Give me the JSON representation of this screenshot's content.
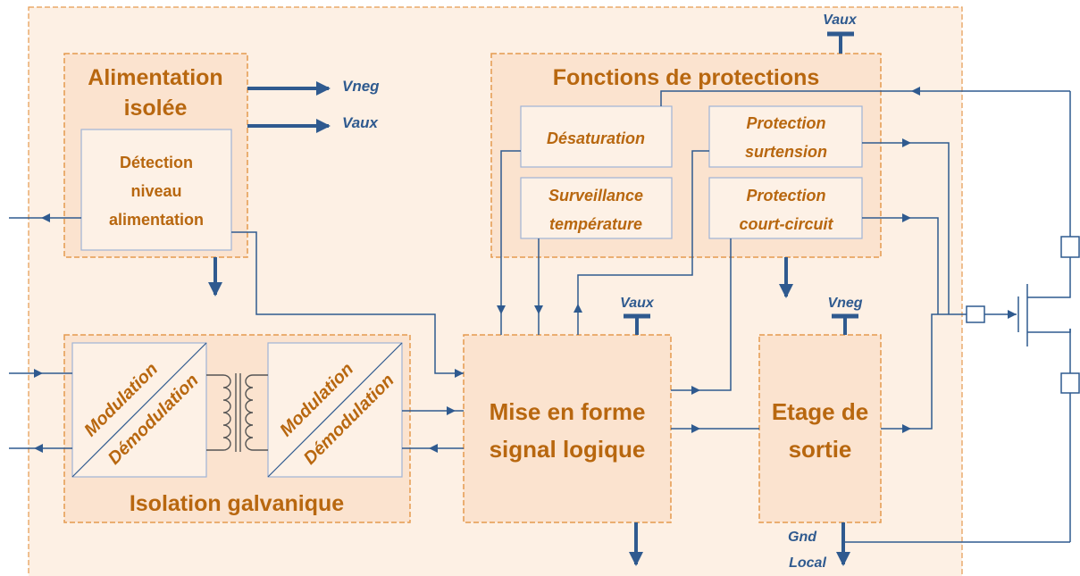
{
  "blocks": {
    "alimentation_title_line1": "Alimentation",
    "alimentation_title_line2": "isolée",
    "detection_line1": "Détection",
    "detection_line2": "niveau",
    "detection_line3": "alimentation",
    "protections_title": "Fonctions de protections",
    "desaturation": "Désaturation",
    "surveillance_line1": "Surveillance",
    "surveillance_line2": "température",
    "surtension_line1": "Protection",
    "surtension_line2": "surtension",
    "courtcircuit_line1": "Protection",
    "courtcircuit_line2": "court-circuit",
    "isolation_title": "Isolation galvanique",
    "modulation": "Modulation",
    "demodulation": "Démodulation",
    "mise_en_forme_line1": "Mise en forme",
    "mise_en_forme_line2": "signal logique",
    "etage_line1": "Etage de",
    "etage_line2": "sortie"
  },
  "signals": {
    "vneg_out": "Vneg",
    "vaux_out": "Vaux",
    "vaux_top": "Vaux",
    "vaux_mise": "Vaux",
    "vneg_etage": "Vneg",
    "gnd_line1": "Gnd",
    "gnd_line2": "Local"
  },
  "colors": {
    "block_fill": "#fbe3cf",
    "block_border": "#e59a4f",
    "inner_fill": "#fdf1e6",
    "inner_border": "#9fb4d6",
    "wire": "#2f5a8f",
    "text_orange": "#b8670f"
  }
}
